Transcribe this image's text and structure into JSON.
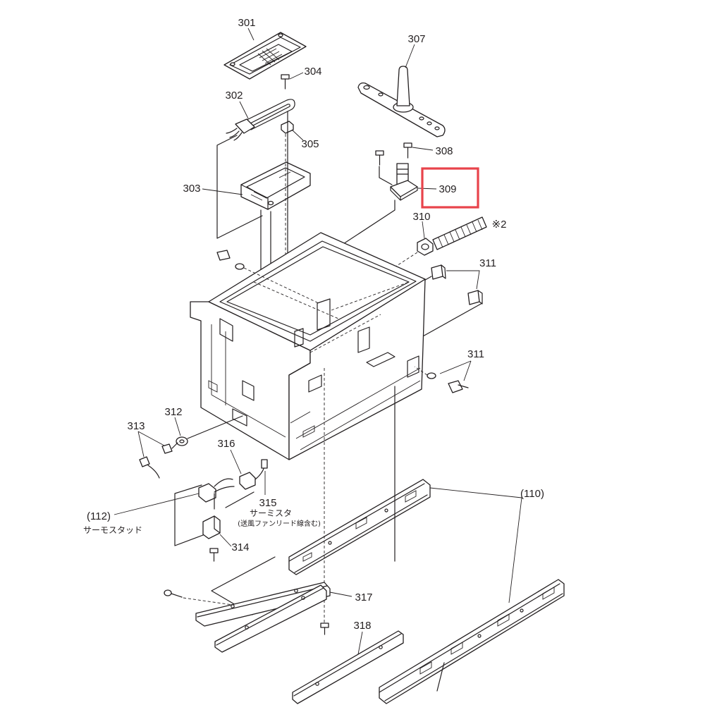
{
  "labels": {
    "p301": "301",
    "p302": "302",
    "p303": "303",
    "p304": "304",
    "p305": "305",
    "p307": "307",
    "p308": "308",
    "p309": "309",
    "p310": "310",
    "note2": "※2",
    "p311a": "311",
    "p311b": "311",
    "p312": "312",
    "p313": "313",
    "p314": "314",
    "p315": "315",
    "p316": "316",
    "p317": "317",
    "p318": "318",
    "p112": "(112)",
    "p110": "(110)"
  },
  "captions": {
    "thermostat": "サーモスタッド",
    "thermistor": "サーミスタ",
    "thermistor_note": "(送風ファンリード線含む)"
  },
  "highlight": {
    "target": "309"
  },
  "colors": {
    "line": "#231f20",
    "highlight": "#e8434b",
    "background": "#ffffff"
  }
}
